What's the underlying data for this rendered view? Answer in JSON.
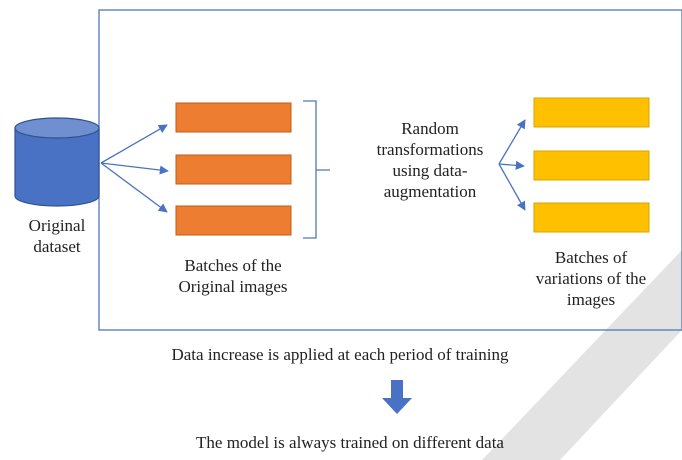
{
  "dataset": {
    "label_line1": "Original",
    "label_line2": "dataset"
  },
  "original_batches": {
    "label_line1": "Batches of the",
    "label_line2": "Original images",
    "count": 3
  },
  "transform": {
    "line1": "Random",
    "line2": "transformations",
    "line3": "using data-",
    "line4": "augmentation"
  },
  "variation_batches": {
    "label_line1": "Batches of",
    "label_line2": "variations of the",
    "label_line3": "images",
    "count": 3
  },
  "bottom": {
    "caption1": "Data increase is applied at each period of training",
    "caption2": "The model is always trained on different data"
  },
  "colors": {
    "frame": "#4f79b5",
    "cylinder_body": "#4a72c4",
    "cylinder_top": "#6f8fd0",
    "cylinder_outline": "#2f528f",
    "orange_fill": "#ed7d31",
    "orange_stroke": "#c55a11",
    "yellow_fill": "#ffc000",
    "yellow_stroke": "#d9a300",
    "arrow": "#4a72c4",
    "down_arrow": "#4a72c4",
    "watermark": "#e3e3e3"
  }
}
